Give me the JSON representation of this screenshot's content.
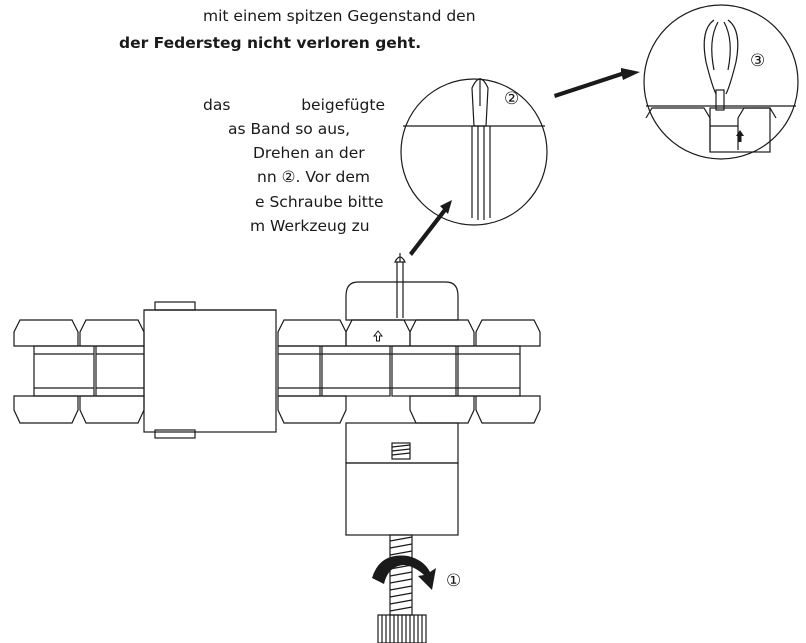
{
  "text": {
    "line1": "mit einem spitzen Gegenstand den",
    "line2": "der Federsteg nicht verloren geht.",
    "line3_words": [
      "das",
      "beigefügte"
    ],
    "line4": "as Band so aus,",
    "line5": "Drehen an der",
    "line6": "nn ②. Vor dem",
    "line7": "e Schraube bitte",
    "line8": "m Werkzeug zu"
  },
  "markers": {
    "step1": "①",
    "step2": "②",
    "step3": "③"
  },
  "colors": {
    "ink": "#1a1a1a",
    "paper": "#ffffff"
  }
}
